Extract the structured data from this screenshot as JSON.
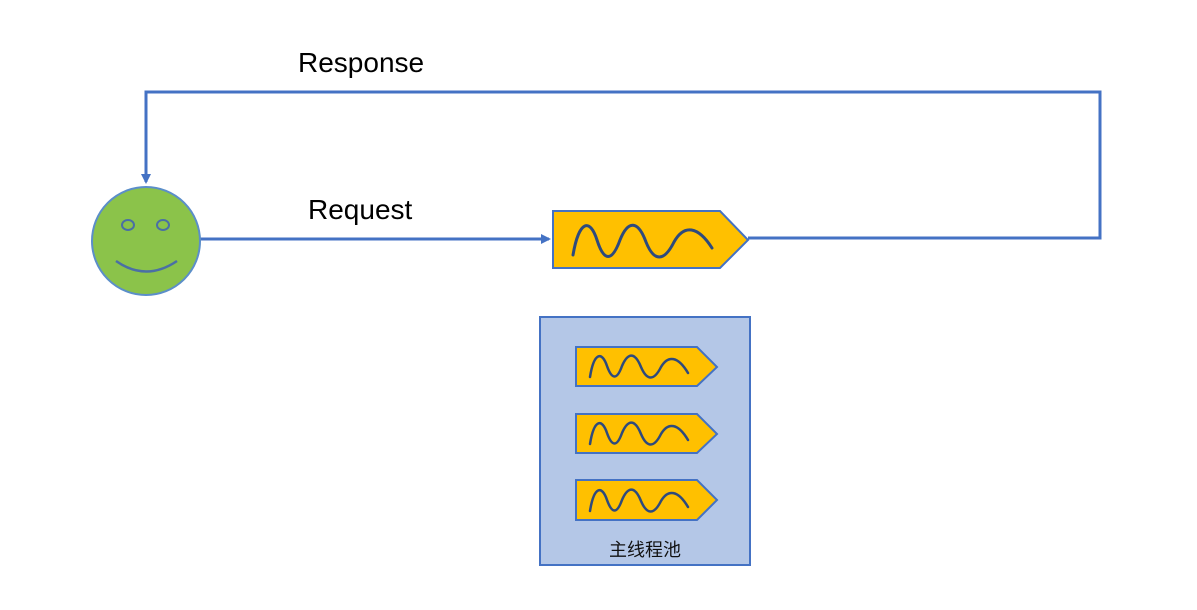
{
  "labels": {
    "response": "Response",
    "request": "Request",
    "pool": "主线程池"
  },
  "colors": {
    "line": "#4472C4",
    "face_fill": "#8BC34A",
    "face_stroke": "#5B8EC9",
    "thread_fill": "#FFC000",
    "thread_stroke": "#4472C4",
    "wave": "#2E4A7D",
    "pool_fill": "#B4C7E7",
    "pool_stroke": "#4472C4"
  },
  "icons": {
    "client": "smiley-face-icon",
    "thread": "wave-thread-icon"
  },
  "pool": {
    "thread_count": 3
  }
}
